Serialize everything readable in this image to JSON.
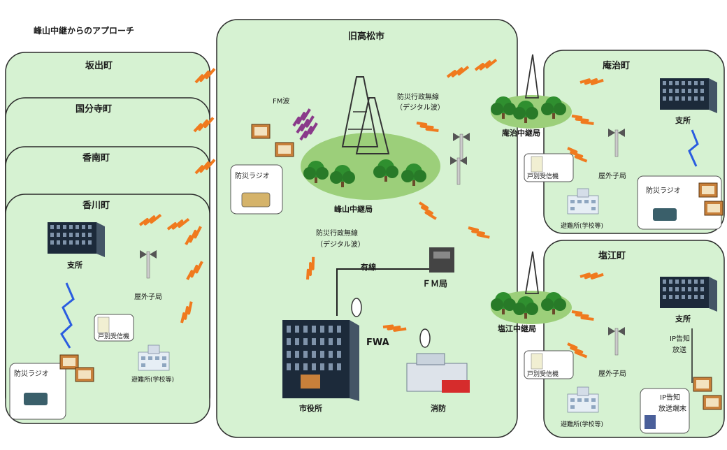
{
  "heading": "峰山中継からのアプローチ",
  "colors": {
    "panel_fill": "#d6f2d2",
    "panel_stroke": "#2b2b2b",
    "wave_orange": "#f07a1e",
    "wave_blue": "#2a5de0",
    "wave_purple": "#8a3a8a",
    "tree_green": "#2f8f2f",
    "hill_green": "#9ccf7a"
  },
  "left_towns": [
    {
      "name": "坂出町"
    },
    {
      "name": "国分寺町"
    },
    {
      "name": "香南町"
    },
    {
      "name": "香川町"
    }
  ],
  "kagawa": {
    "office": "支所",
    "outdoor": "屋外子局",
    "radio": "防災ラジオ",
    "household": "戸別受信機",
    "shelter": "避難所(学校等)"
  },
  "center": {
    "title": "旧高松市",
    "fm_wave": "FM波",
    "digital_wave_top": "防災行政無線",
    "digital_wave_top_sub": "（デジタル波）",
    "radio": "防災ラジオ",
    "relay": "峰山中継局",
    "digital_wave_bottom": "防災行政無線",
    "digital_wave_bottom_sub": "（デジタル波）",
    "wired": "有線",
    "fm_station": "ＦＭ局",
    "fwa": "FWA",
    "city_hall": "市役所",
    "fire_dept": "消防"
  },
  "right_top": {
    "name": "庵治町",
    "office": "支所",
    "relay": "庵治中継局",
    "outdoor": "屋外子局",
    "household": "戸別受信機",
    "shelter": "避難所(学校等)",
    "radio": "防災ラジオ"
  },
  "right_bottom": {
    "name": "塩江町",
    "office": "支所",
    "relay": "塩江中継局",
    "outdoor": "屋外子局",
    "household": "戸別受信機",
    "shelter": "避難所(学校等)",
    "ip1": "IP告知",
    "ip2": "放送",
    "ip_terminal1": "IP告知",
    "ip_terminal2": "放送端末"
  }
}
